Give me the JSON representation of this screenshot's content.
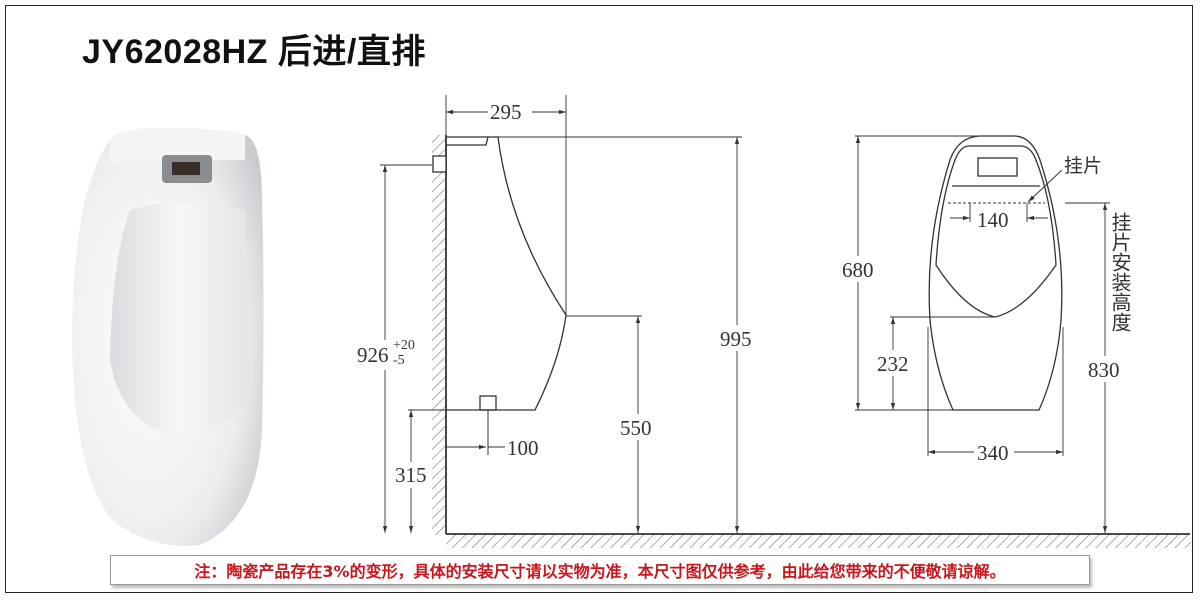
{
  "title": "JY62028HZ 后进/直排",
  "side_view": {
    "depth": "295",
    "inlet_height": "926",
    "inlet_tolerance_upper": "+20",
    "inlet_tolerance_lower": "-5",
    "total_height": "995",
    "lip_height": "550",
    "drain_height": "315",
    "drain_offset": "100"
  },
  "front_view": {
    "hanger_label": "挂片",
    "hanger_width": "140",
    "body_height": "680",
    "bowl_to_bottom": "232",
    "width": "340",
    "hanger_install_label": "挂片安装高度",
    "hanger_install_height": "830"
  },
  "note": "注：陶瓷产品存在3%的变形，具体的安装尺寸请以实物为准，本尺寸图仅供参考，由此给您带来的不便敬请谅解。",
  "colors": {
    "note_text": "#c8161d",
    "line": "#333333"
  }
}
